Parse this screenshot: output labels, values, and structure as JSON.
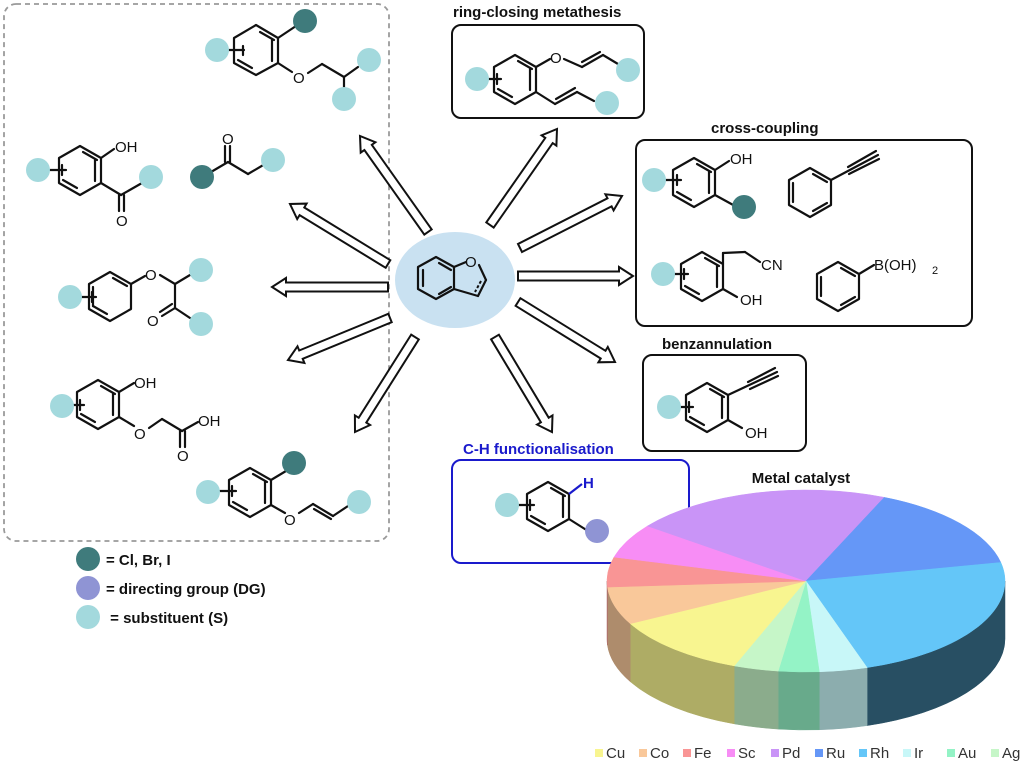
{
  "core": {
    "name": "benzofuran",
    "ring_atom": "O"
  },
  "precursors_box": {
    "structures": [
      {
        "id": "aryl-halide-ether",
        "labels": [
          "O"
        ]
      },
      {
        "id": "hydroxyaryl-ketone",
        "labels": [
          "OH",
          "O"
        ]
      },
      {
        "id": "alpha-halo-ketone",
        "labels": [
          "O"
        ]
      },
      {
        "id": "aryloxy-ketone",
        "labels": [
          "O",
          "O"
        ]
      },
      {
        "id": "aryloxyacetic-acid",
        "labels": [
          "OH",
          "O",
          "OH",
          "O"
        ]
      },
      {
        "id": "aryl-vinyl-ether",
        "labels": [
          "O"
        ]
      }
    ]
  },
  "methods": {
    "rcm": {
      "title": "ring-closing metathesis",
      "labels": [
        "O"
      ]
    },
    "cross_coupling": {
      "title": "cross-coupling",
      "labels": [
        "OH",
        "CN",
        "OH",
        "B(OH)",
        "2"
      ]
    },
    "benzannulation": {
      "title": "benzannulation",
      "labels": [
        "OH"
      ]
    },
    "ch_functionalisation": {
      "title": "C-H functionalisation",
      "labels": [
        "H"
      ]
    }
  },
  "legend": {
    "items": [
      {
        "text": "= Cl,  Br, I",
        "color": "#3f7b7c"
      },
      {
        "text": "= directing group (DG)",
        "color": "#8f94d4"
      },
      {
        "text": " = substituent (S)",
        "color": "#a3d9dd"
      }
    ]
  },
  "colors": {
    "halide": "#3f7b7c",
    "directing_group": "#8f94d4",
    "substituent": "#a3d9dd",
    "core_ellipse": "#c9e1f1",
    "ch_box": "#1a1acc"
  },
  "chart_data": {
    "type": "pie",
    "style": "3d",
    "title": "Metal catalyst",
    "legend_position": "bottom",
    "series": [
      {
        "name": "Cu",
        "value": 11.4,
        "color": "#f8f590"
      },
      {
        "name": "Co",
        "value": 6.7,
        "color": "#f9c89a"
      },
      {
        "name": "Fe",
        "value": 5.3,
        "color": "#f99595"
      },
      {
        "name": "Sc",
        "value": 6.1,
        "color": "#f78df5"
      },
      {
        "name": "Pd",
        "value": 21.1,
        "color": "#c994f7"
      },
      {
        "name": "Ru",
        "value": 15.3,
        "color": "#6597f7"
      },
      {
        "name": "Rh",
        "value": 23.3,
        "color": "#64c6f8"
      },
      {
        "name": "Ir",
        "value": 3.9,
        "color": "#c8f7f8"
      },
      {
        "name": "Au",
        "value": 3.3,
        "color": "#94f3c6"
      },
      {
        "name": "Ag",
        "value": 3.6,
        "color": "#c6f6c8"
      }
    ]
  }
}
